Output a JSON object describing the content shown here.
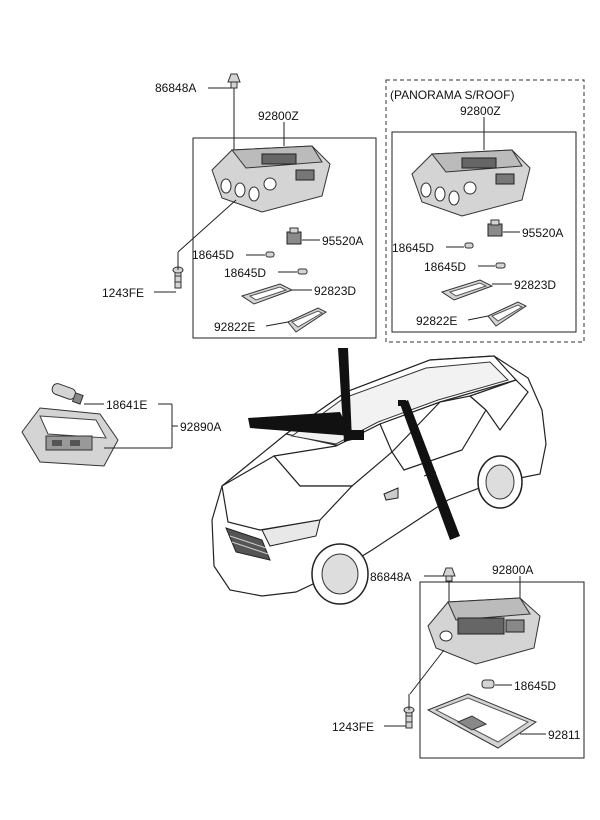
{
  "labels": {
    "top_clip": "86848A",
    "top_assy": "92800Z",
    "top_switch": "95520A",
    "top_bulb_1": "18645D",
    "top_bulb_2": "18645D",
    "top_lens_1": "92823D",
    "top_lens_2": "92822E",
    "top_screw": "1243FE",
    "pano_title": "(PANORAMA S/ROOF)",
    "pano_assy": "92800Z",
    "pano_switch": "95520A",
    "pano_bulb_1": "18645D",
    "pano_bulb_2": "18645D",
    "pano_lens_1": "92823D",
    "pano_lens_2": "92822E",
    "side_bulb": "18641E",
    "side_assy": "92890A",
    "bottom_clip": "86848A",
    "bottom_assy": "92800A",
    "bottom_bulb": "18645D",
    "bottom_screw": "1243FE",
    "bottom_lens": "92811"
  }
}
